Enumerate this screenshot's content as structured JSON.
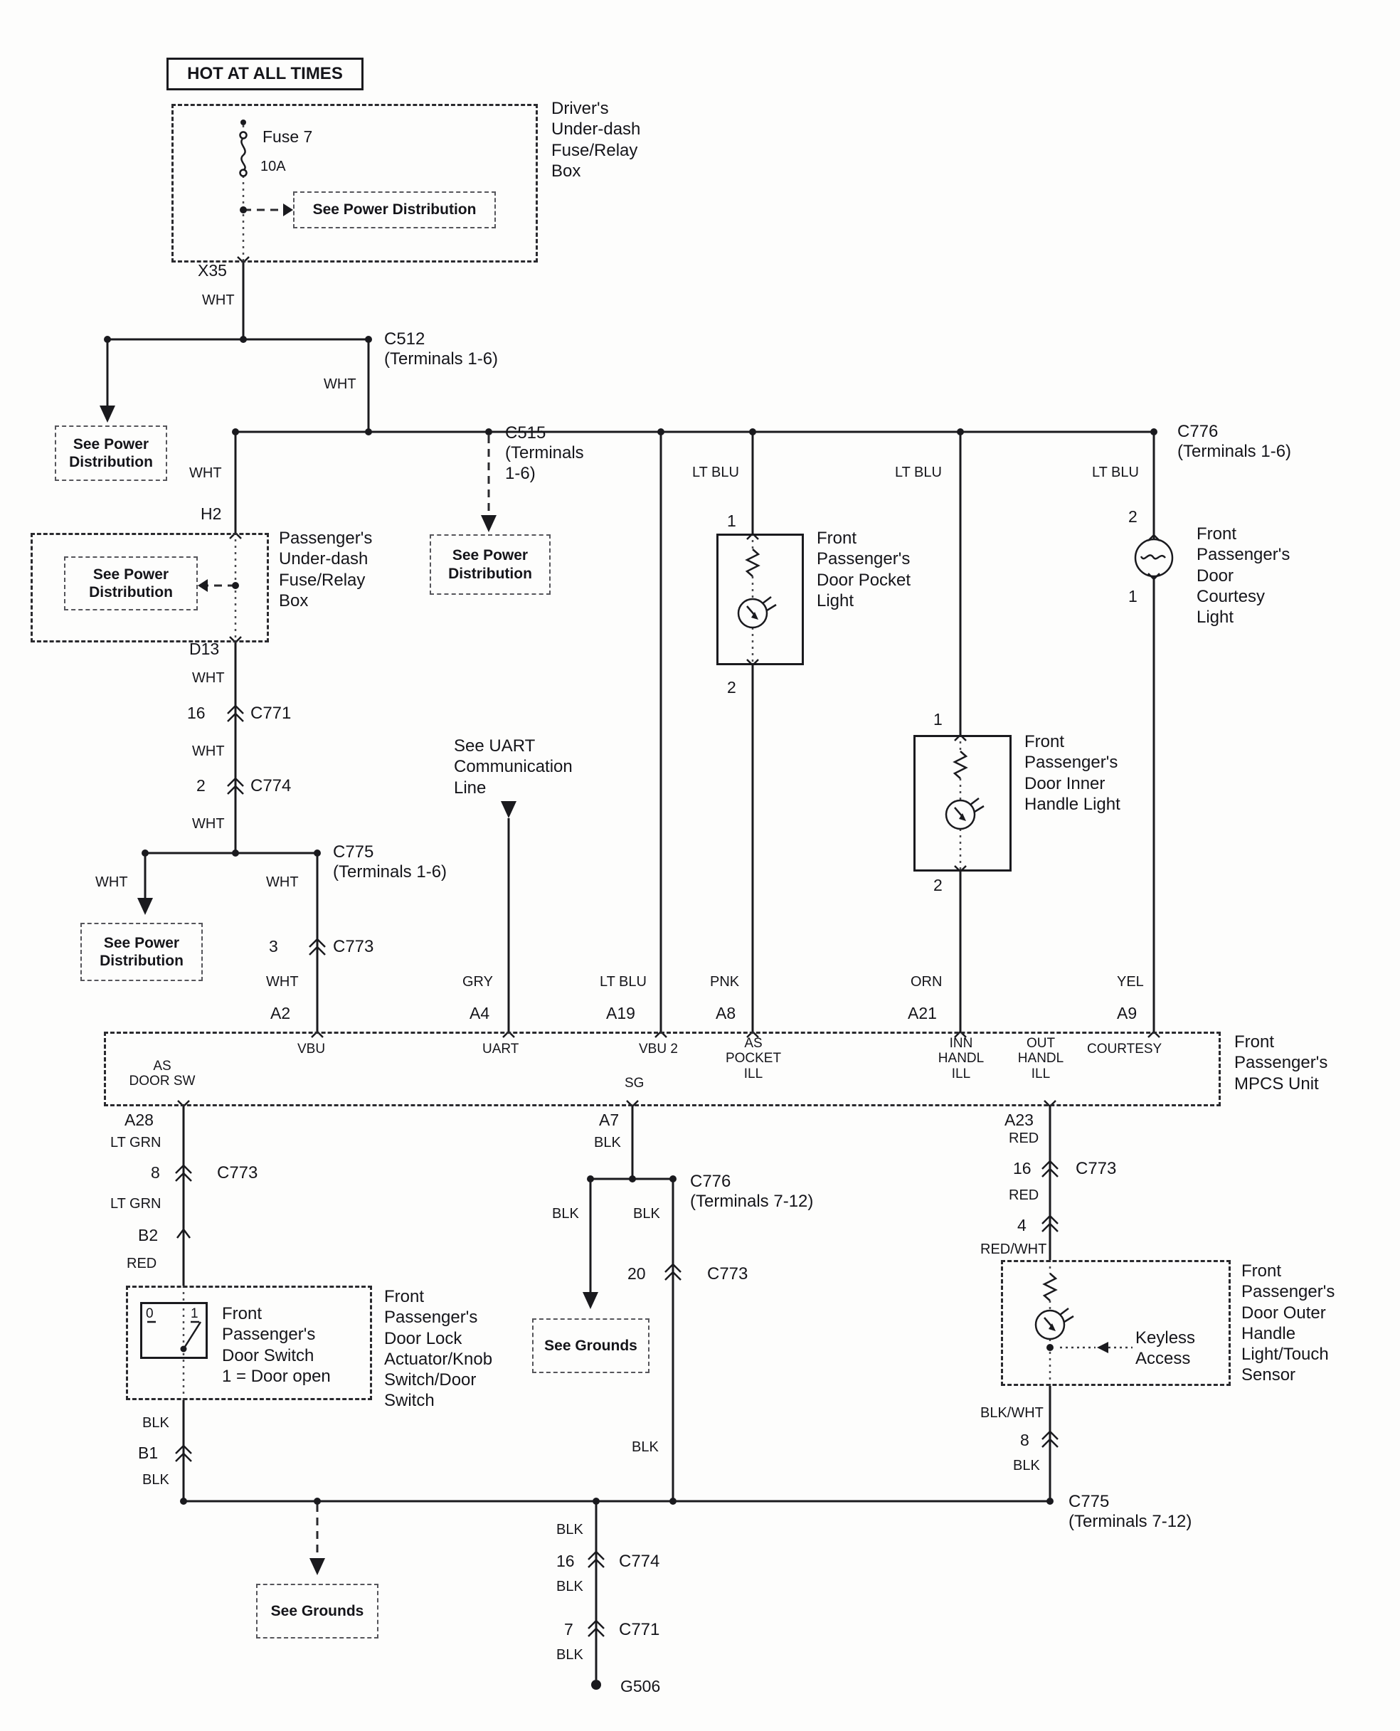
{
  "title": "HOT AT ALL TIMES",
  "refs": {
    "see_power_inline": "See Power Distribution",
    "see_power": "See Power\nDistribution",
    "see_grounds": "See Grounds",
    "see_uart": "See UART\nCommunication\nLine"
  },
  "wire_colors": {
    "wht": "WHT",
    "lt_blu": "LT BLU",
    "gry": "GRY",
    "pnk": "PNK",
    "orn": "ORN",
    "yel": "YEL",
    "lt_grn": "LT GRN",
    "red": "RED",
    "blk": "BLK",
    "red_wht": "RED/WHT",
    "blk_wht": "BLK/WHT"
  },
  "components": {
    "driver_box": "Driver's\nUnder-dash\nFuse/Relay\nBox",
    "fuse_name": "Fuse 7",
    "fuse_rating": "10A",
    "passenger_box": "Passenger's\nUnder-dash\nFuse/Relay\nBox",
    "pocket_light": "Front\nPassenger's\nDoor Pocket\nLight",
    "inner_handle_light": "Front\nPassenger's\nDoor Inner\nHandle Light",
    "courtesy_light": "Front\nPassenger's\nDoor\nCourtesy\nLight",
    "mpcs_unit": "Front\nPassenger's\nMPCS Unit",
    "door_switch": "Front\nPassenger's\nDoor Switch\n1 = Door open",
    "door_lock_actuator": "Front\nPassenger's\nDoor Lock\nActuator/Knob\nSwitch/Door\nSwitch",
    "outer_handle_sensor": "Front\nPassenger's\nDoor Outer\nHandle\nLight/Touch\nSensor",
    "keyless_access": "Keyless\nAccess"
  },
  "connectors": {
    "x35": "X35",
    "h2": "H2",
    "d13": "D13",
    "b1": "B1",
    "b2": "B2",
    "g506": "G506",
    "c512": "C512",
    "c512_t": "(Terminals 1-6)",
    "c515": "C515",
    "c515_t": "(Terminals\n1-6)",
    "c776_16": "C776",
    "c776_16_t": "(Terminals 1-6)",
    "c776_712": "C776",
    "c776_712_t": "(Terminals 7-12)",
    "c775_16": "C775",
    "c775_16_t": "(Terminals 1-6)",
    "c775_712": "C775",
    "c775_712_t": "(Terminals 7-12)",
    "c771_a": "C771",
    "c771_a_pin": "16",
    "c771_b": "C771",
    "c771_b_pin": "7",
    "c774_a": "C774",
    "c774_a_pin": "2",
    "c774_b": "C774",
    "c774_b_pin": "16",
    "c773_a": "C773",
    "c773_a_pin": "3",
    "c773_b": "C773",
    "c773_b_pin": "8",
    "c773_c": "C773",
    "c773_c_pin": "20",
    "c773_d": "C773",
    "c773_d_pin": "16",
    "pin4": "4",
    "pin8": "8"
  },
  "mpcs": {
    "a2": "A2",
    "a4": "A4",
    "a19": "A19",
    "a8": "A8",
    "a21": "A21",
    "a9": "A9",
    "a28": "A28",
    "a7": "A7",
    "a23": "A23",
    "vbu": "VBU",
    "uart": "UART",
    "vbu2": "VBU 2",
    "as_pocket_ill": "AS\nPOCKET\nILL",
    "inn_handl_ill": "INN\nHANDL\nILL",
    "out_handl_ill": "OUT\nHANDL\nILL",
    "courtesy": "COURTESY",
    "as_door_sw": "AS\nDOOR SW",
    "sg": "SG"
  },
  "pins": {
    "p0": "0",
    "p1": "1",
    "p2": "2"
  }
}
